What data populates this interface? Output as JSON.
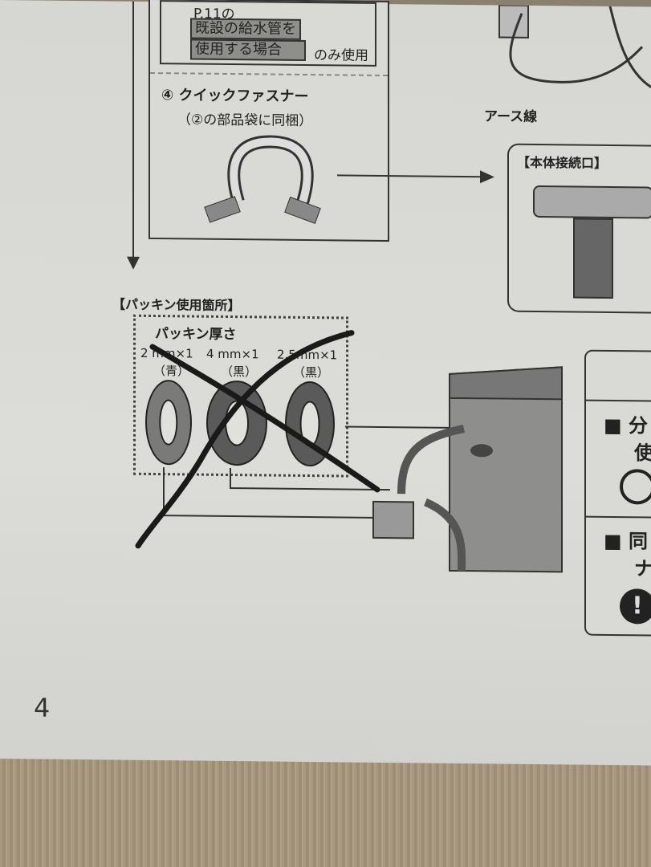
{
  "parts_box": {
    "ref_text": "P.11の",
    "highlight_line1": "既設の給水管を",
    "highlight_line2": "使用する場合",
    "suffix": "のみ使用",
    "item4_title": "④ クイックファスナー",
    "item4_note": "（②の部品袋に同梱）"
  },
  "earth_label": "アース線",
  "body_connection_label": "【本体接続口】",
  "packing": {
    "heading": "【パッキン使用箇所】",
    "thickness_title": "パッキン厚さ",
    "items": [
      {
        "size": "2 mm×1",
        "color": "（青）"
      },
      {
        "size": "4 mm×1",
        "color": "（黒）"
      },
      {
        "size": "2.5mm×1",
        "color": "（黒）"
      }
    ]
  },
  "right_panel": {
    "row1_a": "■ 分",
    "row1_b": "使",
    "row2_a": "■ 同",
    "row2_b": "ナ"
  },
  "page_number": "4"
}
